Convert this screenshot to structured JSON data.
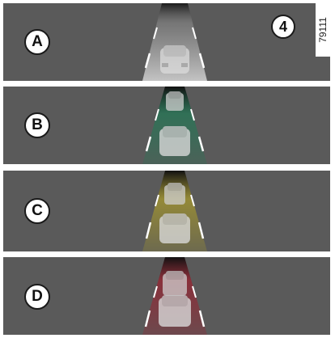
{
  "figure_number": "4",
  "image_code": "79111",
  "panels": [
    {
      "label": "A",
      "mode": "no-color",
      "beam_color": "#bdbdbd",
      "vehicles_ahead": 1
    },
    {
      "label": "B",
      "mode": "green",
      "beam_color": "#1f7a55",
      "vehicles_ahead": 2
    },
    {
      "label": "C",
      "mode": "yellow",
      "beam_color": "#a89a2c",
      "vehicles_ahead": 2
    },
    {
      "label": "D",
      "mode": "red",
      "beam_color": "#9a2230",
      "vehicles_ahead": 2
    }
  ]
}
